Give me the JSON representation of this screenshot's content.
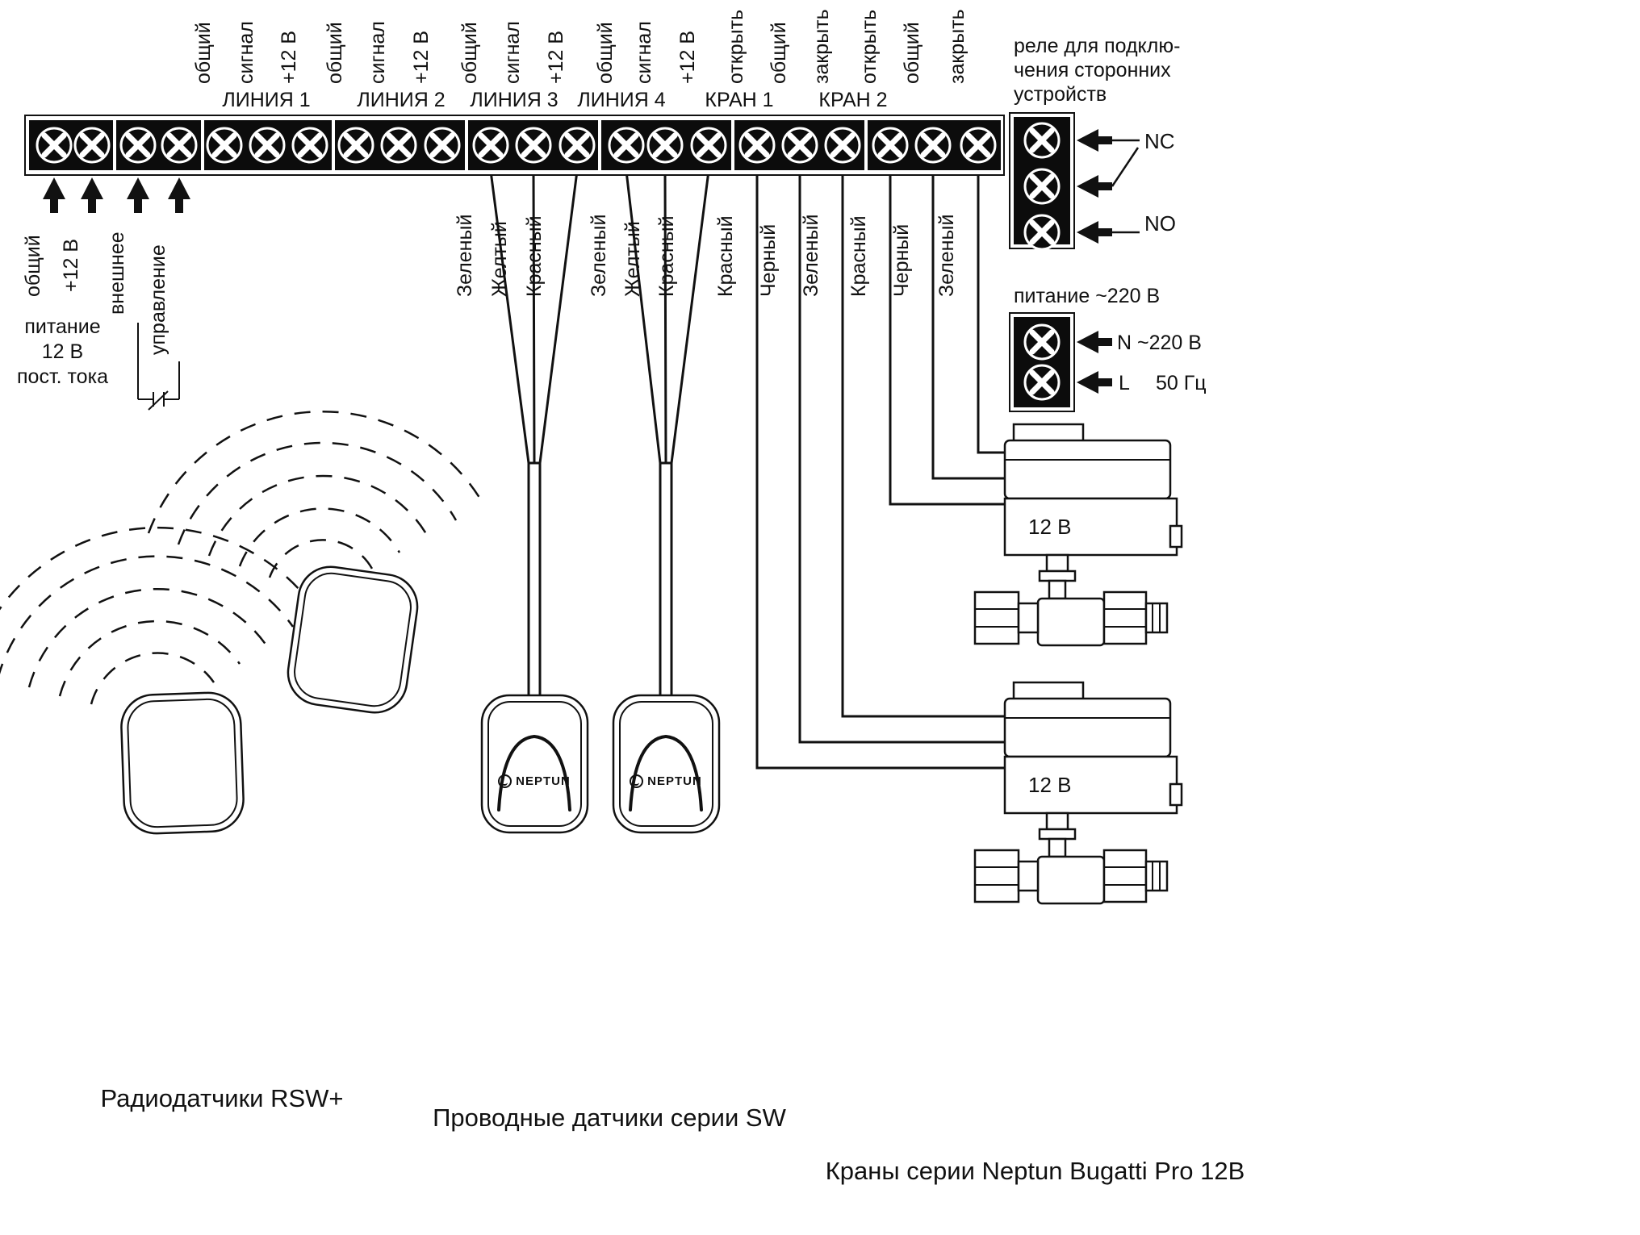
{
  "terminal_strip": {
    "groups": [
      {
        "name": "power12",
        "label": "",
        "terminals": [
          "общий",
          "+12 В"
        ]
      },
      {
        "name": "external-control",
        "label": "",
        "terminals": [
          "внешнее",
          "управление"
        ]
      },
      {
        "name": "line1",
        "label": "ЛИНИЯ 1",
        "terminals": [
          "общий",
          "сигнал",
          "+12 В"
        ]
      },
      {
        "name": "line2",
        "label": "ЛИНИЯ 2",
        "terminals": [
          "общий",
          "сигнал",
          "+12 В"
        ]
      },
      {
        "name": "line3",
        "label": "ЛИНИЯ 3",
        "terminals": [
          "общий",
          "сигнал",
          "+12 В"
        ]
      },
      {
        "name": "line4",
        "label": "ЛИНИЯ 4",
        "terminals": [
          "общий",
          "сигнал",
          "+12 В"
        ]
      },
      {
        "name": "valve1",
        "label": "КРАН 1",
        "terminals": [
          "открыть",
          "общий",
          "закрыть"
        ]
      },
      {
        "name": "valve2",
        "label": "КРАН 2",
        "terminals": [
          "открыть",
          "общий",
          "закрыть"
        ]
      }
    ]
  },
  "left": {
    "power_caption": [
      "питание",
      "12 В",
      "пост. тока"
    ]
  },
  "relay": {
    "note": [
      "реле для подклю-",
      "чения сторонних",
      "устройств"
    ],
    "nc": "NC",
    "no": "NO"
  },
  "mains": {
    "caption": "питание ~220 В",
    "n_label": "N ~220 В",
    "l_label": "L",
    "freq_label": "50 Гц"
  },
  "wires": {
    "line3": [
      "Зеленый",
      "Желтый",
      "Красный"
    ],
    "line4": [
      "Зеленый",
      "Желтый",
      "Красный"
    ],
    "valve1": [
      "Красный",
      "Черный",
      "Зеленый"
    ],
    "valve2": [
      "Красный",
      "Черный",
      "Зеленый"
    ]
  },
  "devices": {
    "radio_caption": "Радиодатчики RSW+",
    "wired_caption": "Проводные датчики серии SW",
    "valves_caption": "Краны серии Neptun Bugatti Pro 12В",
    "sensor_brand": "NEPTUN",
    "valve_voltage": "12 В"
  },
  "colors": {
    "ink": "#111111",
    "panel": "#0c0c0c"
  }
}
